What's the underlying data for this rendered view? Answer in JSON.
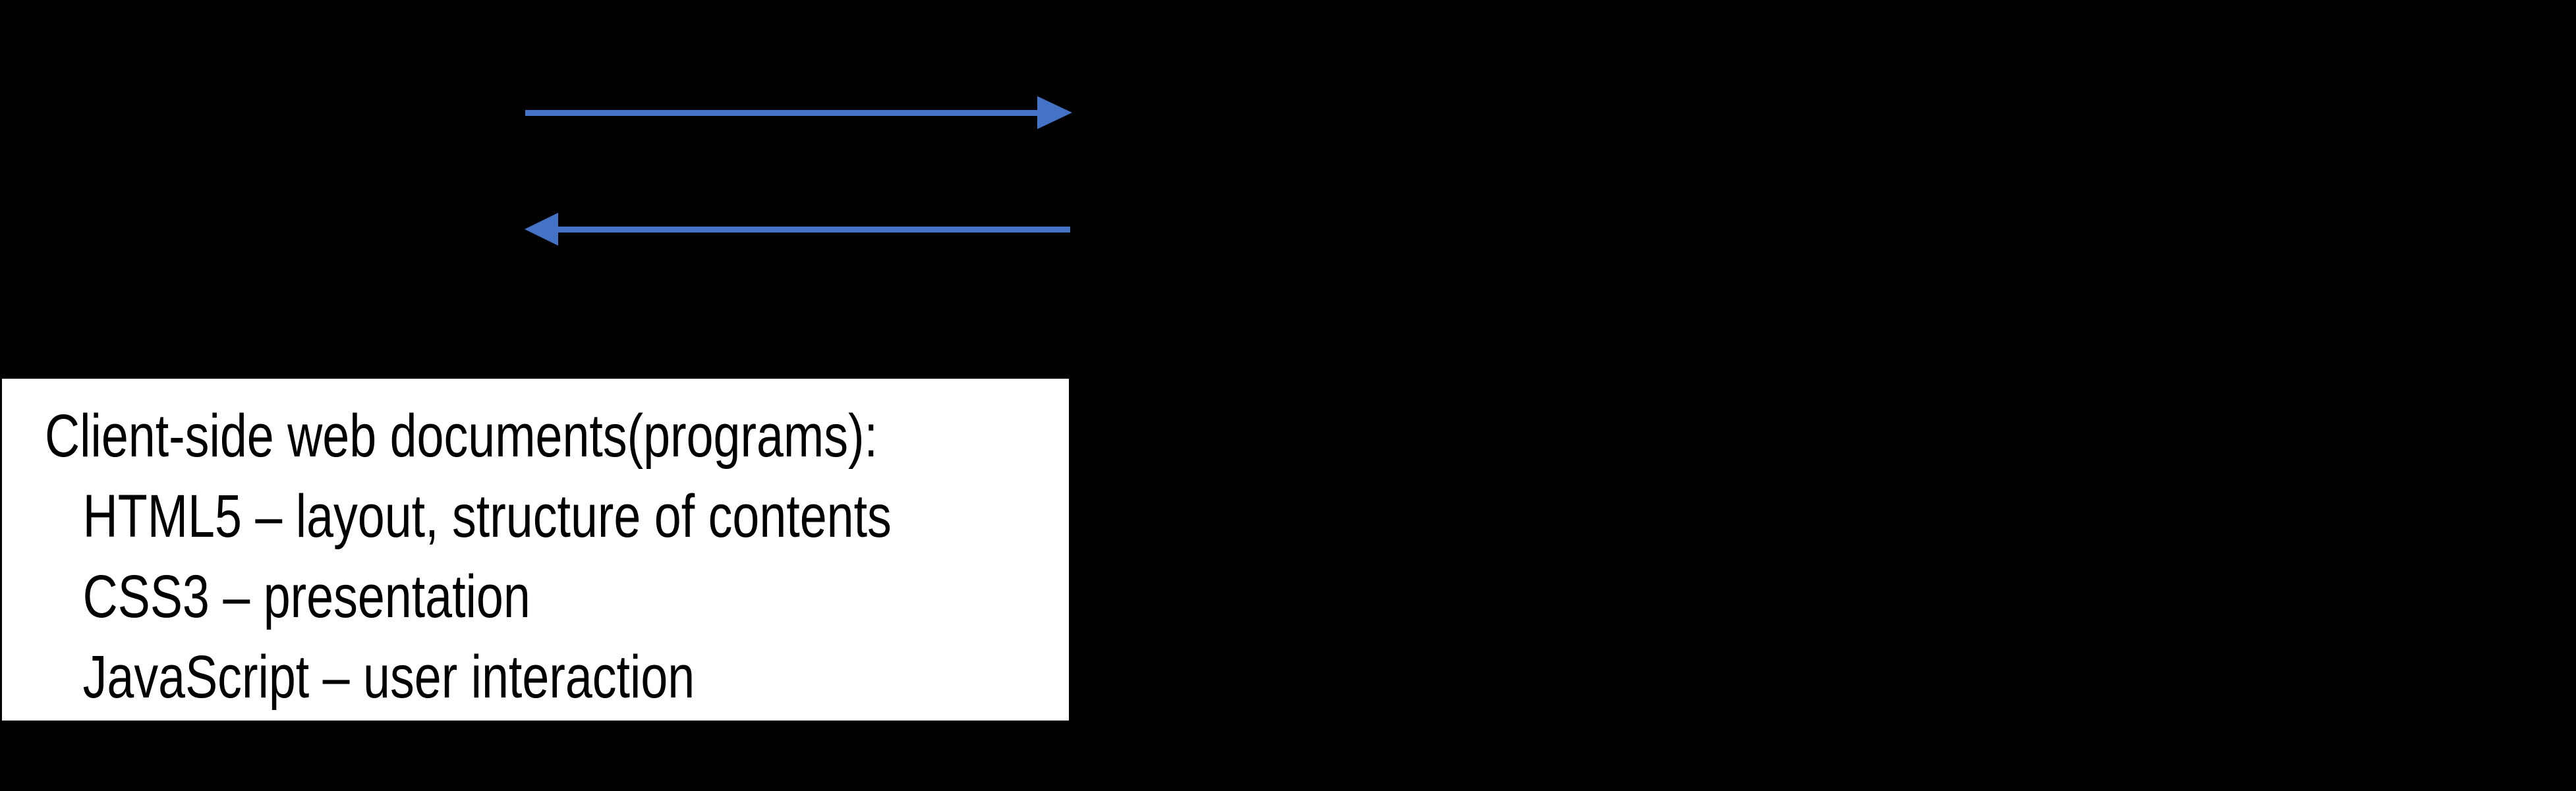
{
  "colors": {
    "background": "#000000",
    "arrow": "#4472C4",
    "box_background": "#FFFFFF",
    "box_text": "#000000"
  },
  "arrows": {
    "items": [
      {
        "name": "arrow-right",
        "direction": "right"
      },
      {
        "name": "arrow-left",
        "direction": "left"
      }
    ]
  },
  "info_box": {
    "title": "Client-side web documents(programs):",
    "items": [
      "HTML5 – layout, structure of contents",
      "CSS3 – presentation",
      "JavaScript – user interaction"
    ]
  }
}
